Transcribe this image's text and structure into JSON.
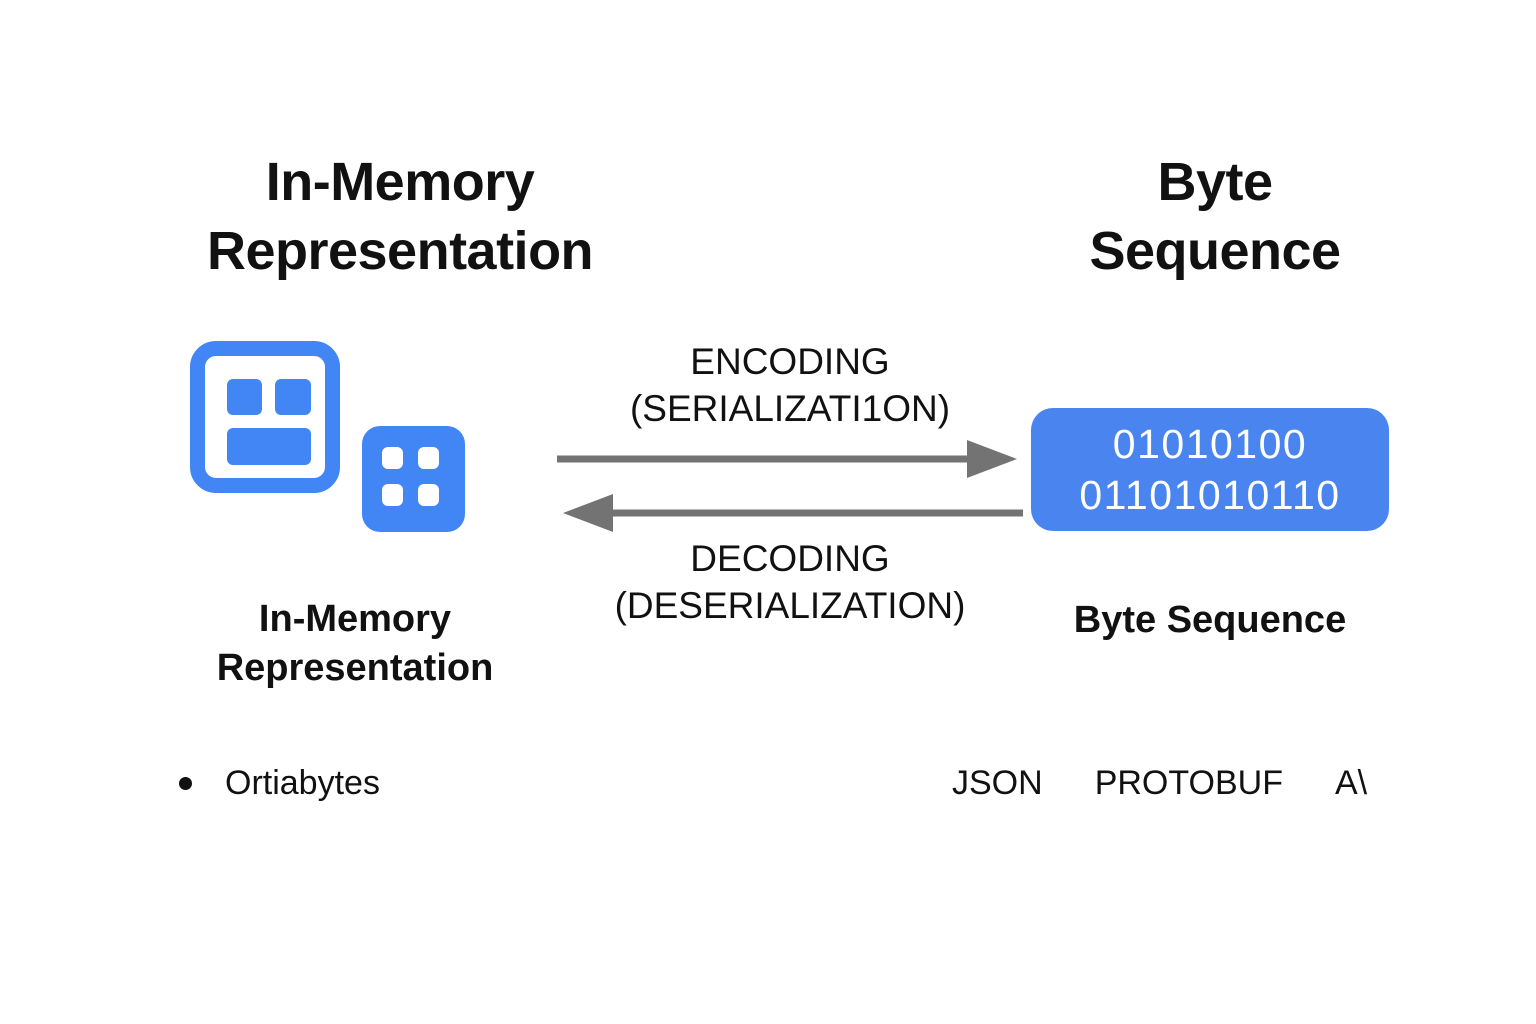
{
  "diagram": {
    "title_left": "In-Memory\nRepresentation",
    "title_right": "Byte\nSequence",
    "caption_left": "In-Memory\nRepresentation",
    "caption_right": "Byte Sequence",
    "accent_color": "#4285f4",
    "arrow_color": "#737373",
    "text_color": "#111111",
    "background_color": "#ffffff"
  },
  "arrows": {
    "encoding_label": "ENCODING\n(SERIALIZATI1ON)",
    "decoding_label": "DECODING\n(DESERIALIZATION)",
    "encoding_direction": "right",
    "decoding_direction": "left"
  },
  "byte_box": {
    "line1": "01010100",
    "line2": "01101010110"
  },
  "icons": {
    "memory_outline": "memory-card-outline-icon",
    "memory_grid": "memory-grid-icon"
  },
  "memory_formats": [
    "Ortiabytes"
  ],
  "byte_formats": [
    "JSON",
    "PROTOBUF",
    "A\\"
  ]
}
